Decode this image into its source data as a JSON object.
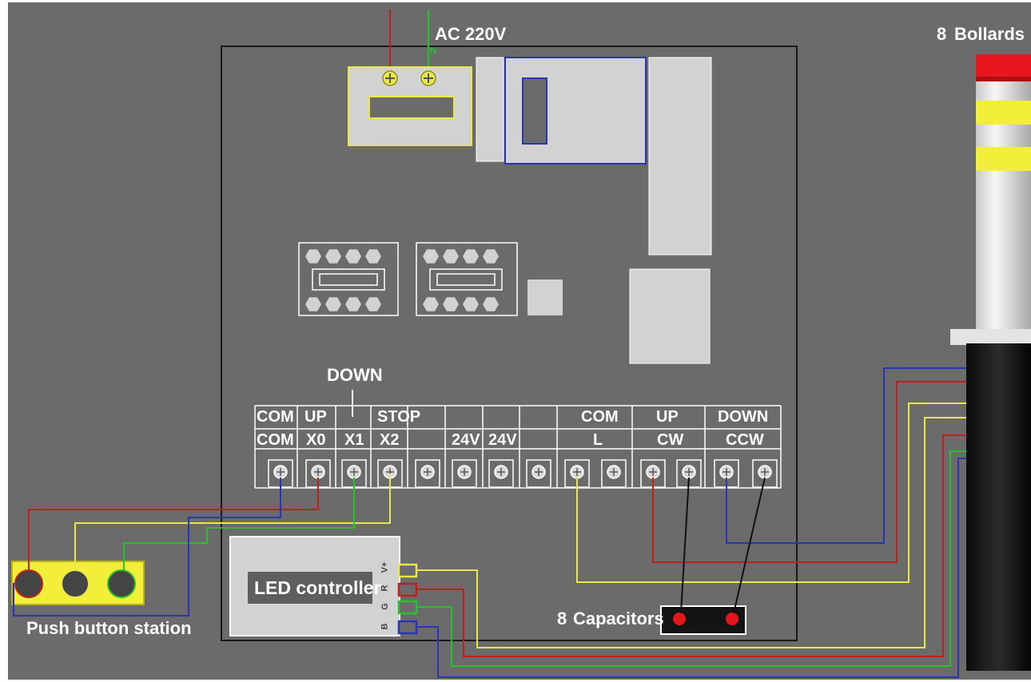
{
  "labels": {
    "ac_power": "AC 220V",
    "neutral_mark": "N",
    "bollards_count": "8",
    "bollards_word": "Bollards",
    "down_callout": "DOWN",
    "led_controller": "LED controller",
    "push_button_station": "Push button station",
    "capacitors_count": "8",
    "capacitors_word": "Capacitors"
  },
  "terminal_block": {
    "top_row": [
      "COM",
      "UP",
      "",
      "STOP",
      "",
      "",
      "",
      "COM",
      "UP",
      "DOWN"
    ],
    "bottom_row": [
      "COM",
      "X0",
      "X1",
      "X2",
      "",
      "24V",
      "24V",
      "L",
      "CW",
      "CCW"
    ]
  },
  "led_pins": [
    "V+",
    "R",
    "G",
    "B"
  ],
  "colors": {
    "background": "#6b6b6b",
    "wire_red": "#c0201c",
    "wire_yellow": "#e8e84a",
    "wire_green": "#27c22b",
    "wire_blue": "#2a35b5",
    "wire_black": "#111111",
    "bollard_red": "#e8161e",
    "bollard_yellow": "#f2ee3a"
  }
}
